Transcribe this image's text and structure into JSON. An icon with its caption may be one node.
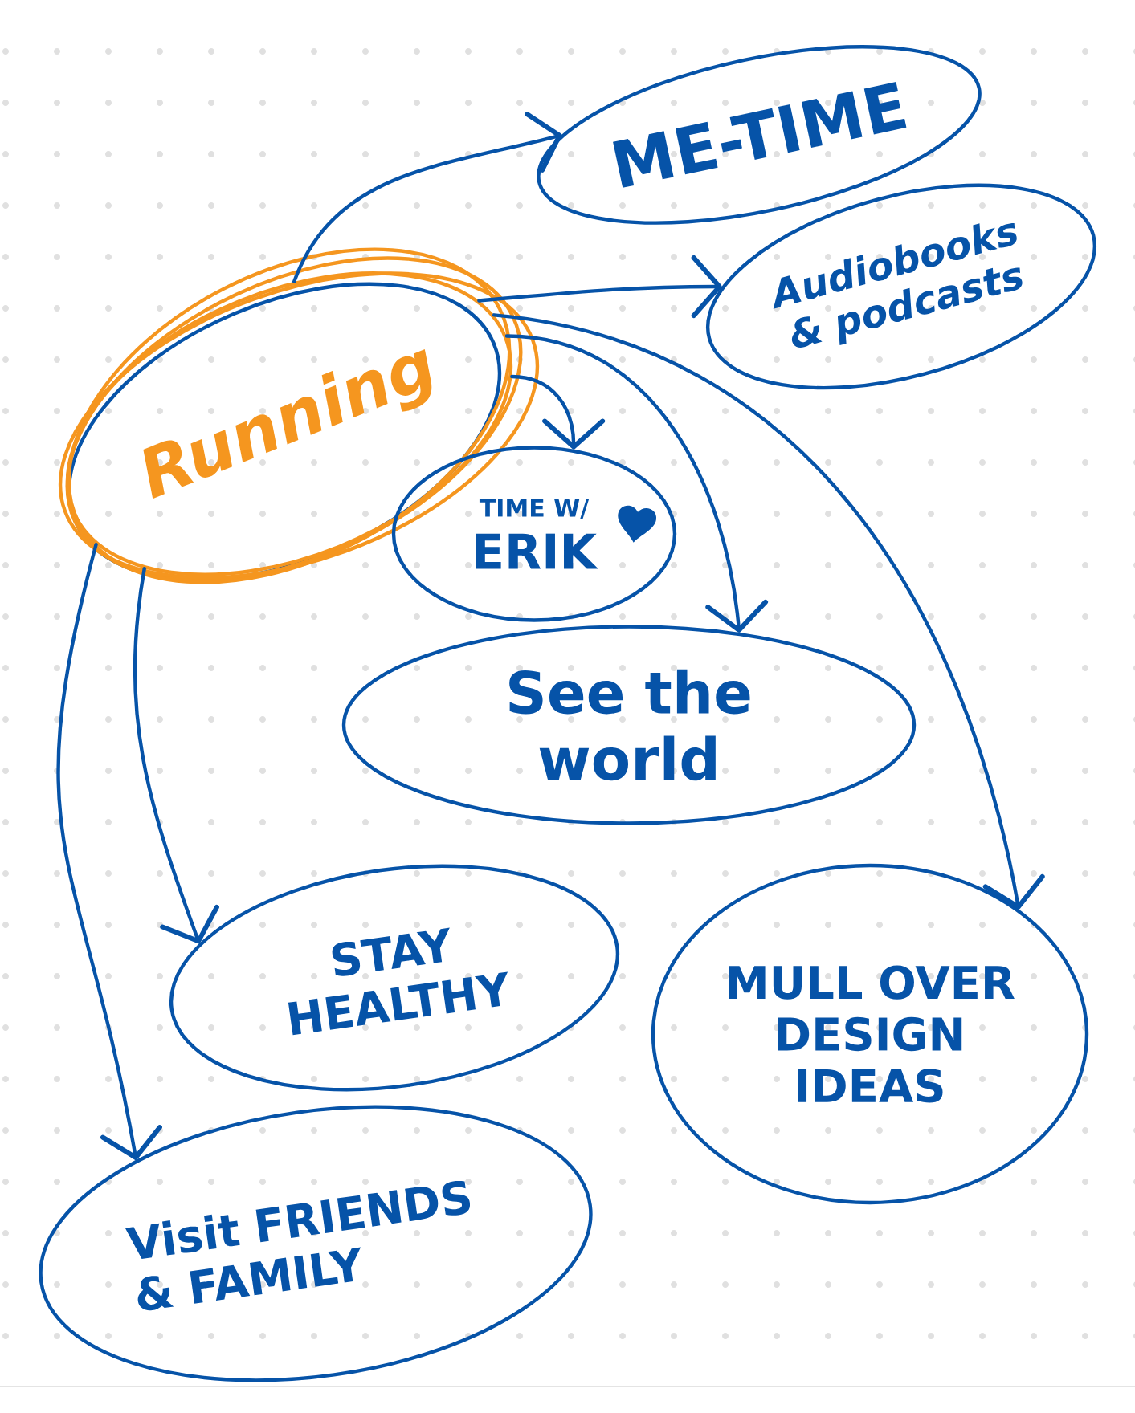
{
  "diagram": {
    "nodes": [
      {
        "text": [
          "ME-TIME"
        ]
      },
      {
        "text": [
          "Audiobooks & podcasts"
        ]
      },
      {
        "text": [
          "Running"
        ]
      },
      {
        "text": [
          "TIME W/",
          "ERIK"
        ]
      },
      {
        "text": [
          "See the world"
        ]
      },
      {
        "text": [
          "STAY HEALTHY"
        ]
      },
      {
        "text": [
          "MULL OVER DESIGN IDEAS"
        ]
      },
      {
        "text": [
          "Visit FRIENDS & FAMILY"
        ]
      }
    ],
    "edges": [
      {
        "from": 2,
        "to": 0,
        "arrow": "to"
      },
      {
        "from": 2,
        "to": 1,
        "arrow": "to"
      },
      {
        "from": 2,
        "to": 3,
        "arrow": "to"
      },
      {
        "from": 2,
        "to": 4,
        "arrow": "to"
      },
      {
        "from": 2,
        "to": 6,
        "arrow": "to"
      },
      {
        "from": 2,
        "to": 5,
        "arrow": "to"
      },
      {
        "from": 2,
        "to": 7,
        "arrow": "to"
      }
    ]
  }
}
